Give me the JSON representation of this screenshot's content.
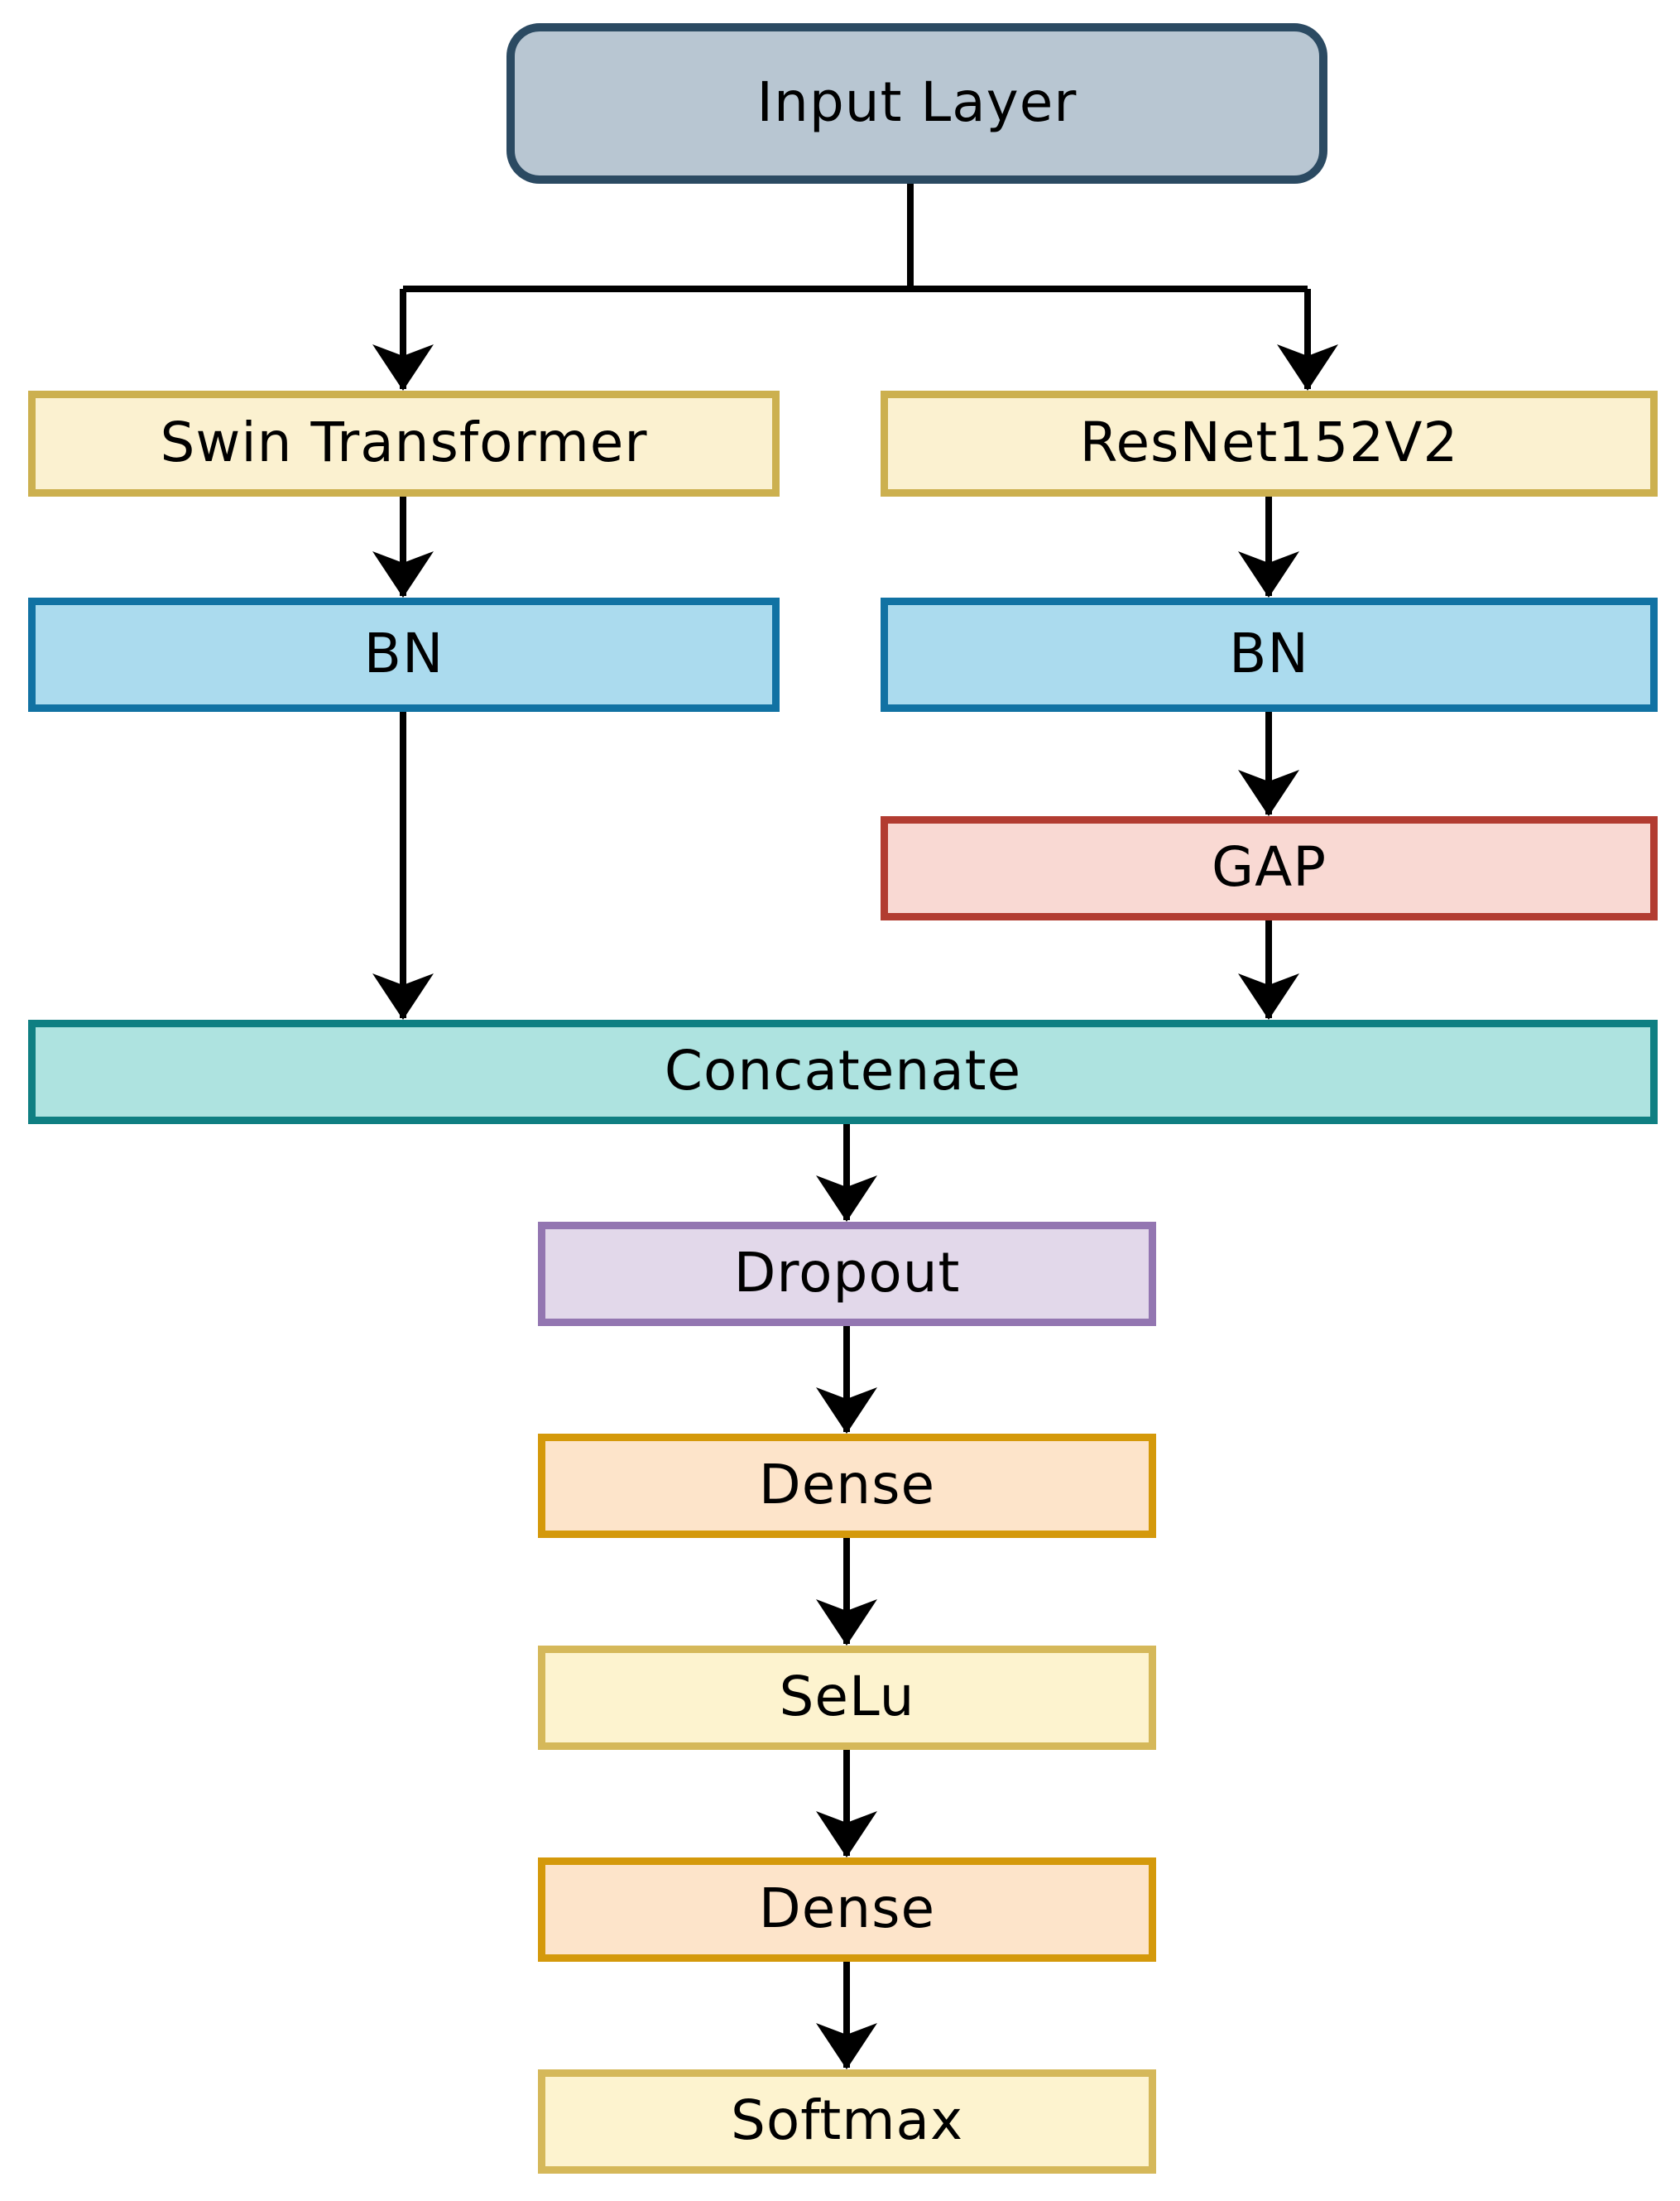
{
  "diagram": {
    "type": "flowchart",
    "description": "Hybrid deep learning model architecture combining Swin Transformer and ResNet152V2 branches",
    "background_color": "#ffffff",
    "connector_color": "#000000",
    "text_color": "#000000",
    "nodes": {
      "input": {
        "label": "Input Layer",
        "fill": "#b8c6d2",
        "border": "#2b4a62",
        "shape": "rounded-rect"
      },
      "swin": {
        "label": "Swin Transformer",
        "fill": "#fbf1d0",
        "border": "#ccb04f",
        "shape": "rect"
      },
      "resnet": {
        "label": "ResNet152V2",
        "fill": "#fbf1d0",
        "border": "#ccb04f",
        "shape": "rect"
      },
      "bn_left": {
        "label": "BN",
        "fill": "#abdbee",
        "border": "#1172a3",
        "shape": "rect"
      },
      "bn_right": {
        "label": "BN",
        "fill": "#abdbee",
        "border": "#1172a3",
        "shape": "rect"
      },
      "gap": {
        "label": "GAP",
        "fill": "#f9d9d3",
        "border": "#b23c31",
        "shape": "rect"
      },
      "concatenate": {
        "label": "Concatenate",
        "fill": "#aee3e0",
        "border": "#0f7f82",
        "shape": "rect"
      },
      "dropout": {
        "label": "Dropout",
        "fill": "#e2d8ea",
        "border": "#9376b1",
        "shape": "rect"
      },
      "dense_1": {
        "label": "Dense",
        "fill": "#fde4ca",
        "border": "#d4990b",
        "shape": "rect"
      },
      "selu": {
        "label": "SeLu",
        "fill": "#fdf3cf",
        "border": "#d5b85a",
        "shape": "rect"
      },
      "dense_2": {
        "label": "Dense",
        "fill": "#fde4ca",
        "border": "#d4990b",
        "shape": "rect"
      },
      "softmax": {
        "label": "Softmax",
        "fill": "#fdf3cf",
        "border": "#d5b85a",
        "shape": "rect"
      }
    },
    "edges": [
      {
        "from": "input",
        "to": "swin"
      },
      {
        "from": "input",
        "to": "resnet"
      },
      {
        "from": "swin",
        "to": "bn_left"
      },
      {
        "from": "resnet",
        "to": "bn_right"
      },
      {
        "from": "bn_right",
        "to": "gap"
      },
      {
        "from": "bn_left",
        "to": "concatenate"
      },
      {
        "from": "gap",
        "to": "concatenate"
      },
      {
        "from": "concatenate",
        "to": "dropout"
      },
      {
        "from": "dropout",
        "to": "dense_1"
      },
      {
        "from": "dense_1",
        "to": "selu"
      },
      {
        "from": "selu",
        "to": "dense_2"
      },
      {
        "from": "dense_2",
        "to": "softmax"
      }
    ]
  }
}
